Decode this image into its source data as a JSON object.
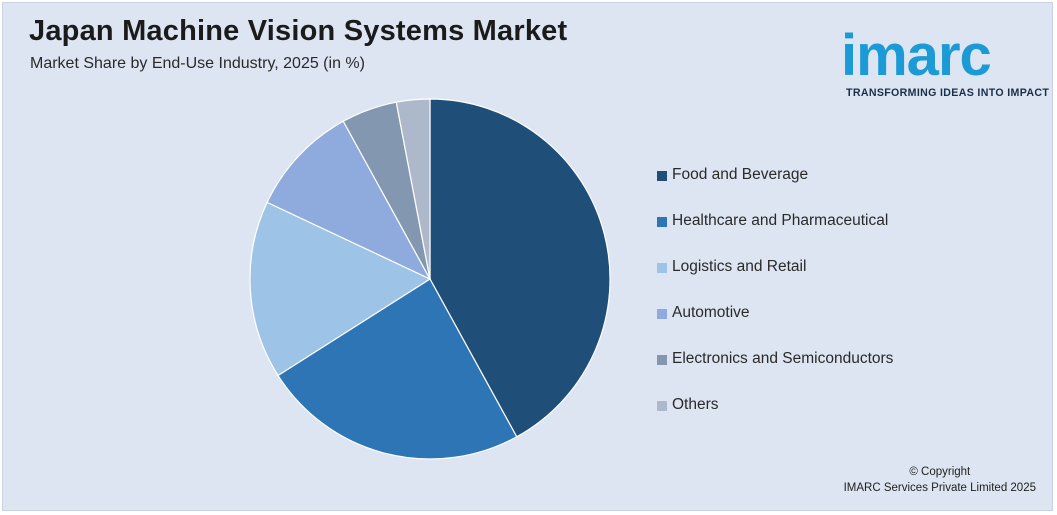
{
  "header": {
    "title": "Japan Machine Vision Systems Market",
    "subtitle": "Market Share by End-Use Industry, 2025 (in %)"
  },
  "logo": {
    "word": "imarc",
    "tagline": "TRANSFORMING IDEAS INTO IMPACT",
    "color": "#1c9ad6"
  },
  "chart_data": {
    "type": "pie",
    "title": "Japan Machine Vision Systems Market",
    "subtitle": "Market Share by End-Use Industry, 2025 (in %)",
    "categories": [
      "Food and Beverage",
      "Healthcare and Pharmaceutical",
      "Logistics and Retail",
      "Automotive",
      "Electronics and Semiconductors",
      "Others"
    ],
    "values": [
      42,
      24,
      16,
      10,
      5,
      3
    ],
    "colors": [
      "#1f4e79",
      "#2e75b6",
      "#9dc3e6",
      "#8faadc",
      "#8497b0",
      "#adb9ca"
    ],
    "start_angle": "top, clockwise",
    "legend_position": "right"
  },
  "footer": {
    "copyright_line1": "© Copyright",
    "copyright_line2": "IMARC Services Private Limited 2025"
  }
}
